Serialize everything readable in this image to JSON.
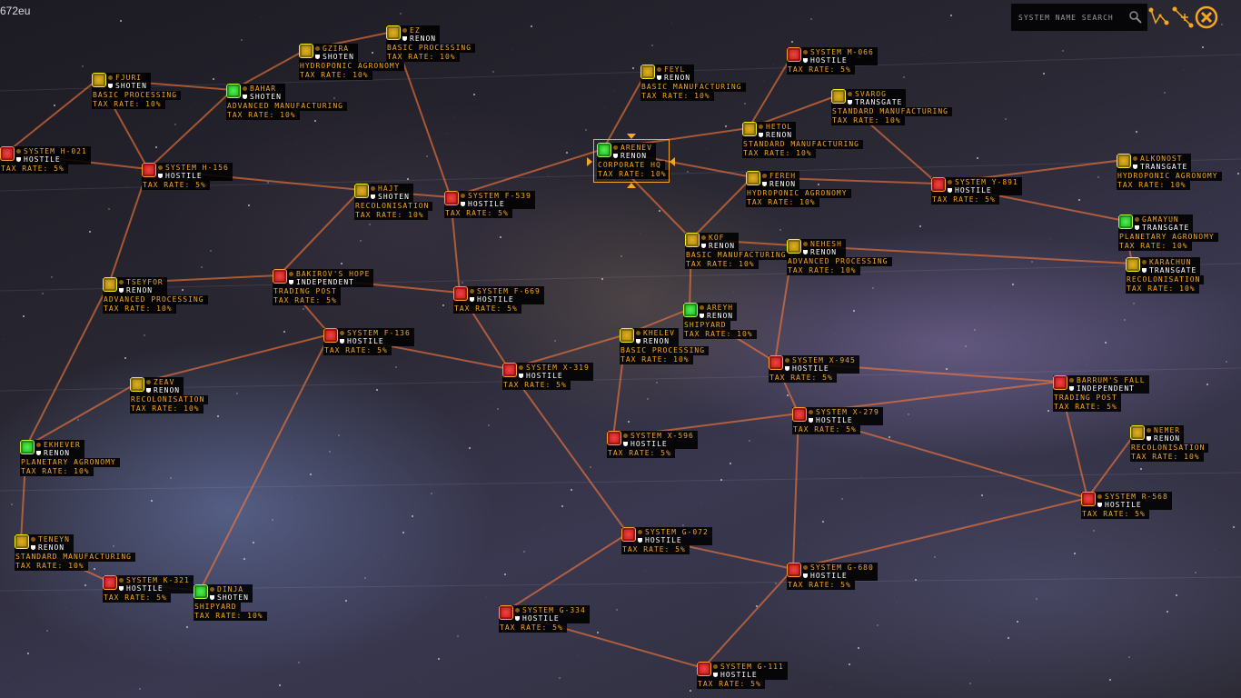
{
  "credits": "672eu",
  "search": {
    "placeholder": "SYSTEM NAME SEARCH"
  },
  "toolbar": {
    "search_icon": "magnifier-icon",
    "route_icon": "constellation-route-icon",
    "add_route_icon": "add-waypoint-icon",
    "close_icon": "close-circle-icon"
  },
  "colors": {
    "accent": "#f5a623",
    "hostile": "#cc2222",
    "owned": "#33bb33",
    "neutral": "#c8a020",
    "lane": "#ff7a3a"
  },
  "selected": "ARENEV",
  "nodes": [
    {
      "name": "GZIRA",
      "faction": "SHOTEN",
      "type": "HYDROPONIC AGRONOMY",
      "tax": "TAX RATE: 10%",
      "status": "yellow"
    },
    {
      "name": "EZ",
      "faction": "RENON",
      "type": "BASIC PROCESSING",
      "tax": "TAX RATE: 10%",
      "status": "yellow"
    },
    {
      "name": "FJURI",
      "faction": "SHOTEN",
      "type": "BASIC PROCESSING",
      "tax": "TAX RATE: 10%",
      "status": "yellow"
    },
    {
      "name": "BAHAR",
      "faction": "SHOTEN",
      "type": "ADVANCED MANUFACTURING",
      "tax": "TAX RATE: 10%",
      "status": "green"
    },
    {
      "name": "SYSTEM M-066",
      "faction": "HOSTILE",
      "type": "",
      "tax": "TAX RATE: 5%",
      "status": "red"
    },
    {
      "name": "FEYL",
      "faction": "RENON",
      "type": "BASIC MANUFACTURING",
      "tax": "TAX RATE: 10%",
      "status": "yellow"
    },
    {
      "name": "SVAROG",
      "faction": "TRANSGATE",
      "type": "STANDARD MANUFACTURING",
      "tax": "TAX RATE: 10%",
      "status": "yellow"
    },
    {
      "name": "HETOL",
      "faction": "RENON",
      "type": "STANDARD MANUFACTURING",
      "tax": "TAX RATE: 10%",
      "status": "yellow"
    },
    {
      "name": "ARENEV",
      "faction": "RENON",
      "type": "CORPORATE HQ",
      "tax": "TAX RATE: 10%",
      "status": "green"
    },
    {
      "name": "SYSTEM H-021",
      "faction": "HOSTILE",
      "type": "",
      "tax": "TAX RATE: 5%",
      "status": "red"
    },
    {
      "name": "SYSTEM H-156",
      "faction": "HOSTILE",
      "type": "",
      "tax": "TAX RATE: 5%",
      "status": "red"
    },
    {
      "name": "FEREH",
      "faction": "RENON",
      "type": "HYDROPONIC AGRONOMY",
      "tax": "TAX RATE: 10%",
      "status": "yellow"
    },
    {
      "name": "SYSTEM Y-891",
      "faction": "HOSTILE",
      "type": "",
      "tax": "TAX RATE: 5%",
      "status": "red"
    },
    {
      "name": "ALKONOST",
      "faction": "TRANSGATE",
      "type": "HYDROPONIC AGRONOMY",
      "tax": "TAX RATE: 10%",
      "status": "yellow"
    },
    {
      "name": "HAJT",
      "faction": "SHOTEN",
      "type": "RECOLONISATION",
      "tax": "TAX RATE: 10%",
      "status": "yellow"
    },
    {
      "name": "SYSTEM F-539",
      "faction": "HOSTILE",
      "type": "",
      "tax": "TAX RATE: 5%",
      "status": "red"
    },
    {
      "name": "GAMAYUN",
      "faction": "TRANSGATE",
      "type": "PLANETARY AGRONOMY",
      "tax": "TAX RATE: 10%",
      "status": "green"
    },
    {
      "name": "KOF",
      "faction": "RENON",
      "type": "BASIC MANUFACTURING",
      "tax": "TAX RATE: 10%",
      "status": "yellow"
    },
    {
      "name": "NEHESH",
      "faction": "RENON",
      "type": "ADVANCED PROCESSING",
      "tax": "TAX RATE: 10%",
      "status": "yellow"
    },
    {
      "name": "KARACHUN",
      "faction": "TRANSGATE",
      "type": "RECOLONISATION",
      "tax": "TAX RATE: 10%",
      "status": "yellow"
    },
    {
      "name": "TSEYFOR",
      "faction": "RENON",
      "type": "ADVANCED PROCESSING",
      "tax": "TAX RATE: 10%",
      "status": "yellow"
    },
    {
      "name": "BAKIROV'S HOPE",
      "faction": "INDEPENDENT",
      "type": "TRADING POST",
      "tax": "TAX RATE: 5%",
      "status": "red"
    },
    {
      "name": "SYSTEM F-669",
      "faction": "HOSTILE",
      "type": "",
      "tax": "TAX RATE: 5%",
      "status": "red"
    },
    {
      "name": "AREYH",
      "faction": "RENON",
      "type": "SHIPYARD",
      "tax": "TAX RATE: 10%",
      "status": "green"
    },
    {
      "name": "KHELEV",
      "faction": "RENON",
      "type": "BASIC PROCESSING",
      "tax": "TAX RATE: 10%",
      "status": "yellow"
    },
    {
      "name": "SYSTEM F-136",
      "faction": "HOSTILE",
      "type": "",
      "tax": "TAX RATE: 5%",
      "status": "red"
    },
    {
      "name": "SYSTEM X-319",
      "faction": "HOSTILE",
      "type": "",
      "tax": "TAX RATE: 5%",
      "status": "red"
    },
    {
      "name": "SYSTEM X-945",
      "faction": "HOSTILE",
      "type": "",
      "tax": "TAX RATE: 5%",
      "status": "red"
    },
    {
      "name": "ZEAV",
      "faction": "RENON",
      "type": "RECOLONISATION",
      "tax": "TAX RATE: 10%",
      "status": "yellow"
    },
    {
      "name": "BARRUM'S FALL",
      "faction": "INDEPENDENT",
      "type": "TRADING POST",
      "tax": "TAX RATE: 5%",
      "status": "red"
    },
    {
      "name": "SYSTEM X-279",
      "faction": "HOSTILE",
      "type": "",
      "tax": "TAX RATE: 5%",
      "status": "red"
    },
    {
      "name": "SYSTEM X-596",
      "faction": "HOSTILE",
      "type": "",
      "tax": "TAX RATE: 5%",
      "status": "red"
    },
    {
      "name": "NEMER",
      "faction": "RENON",
      "type": "RECOLONISATION",
      "tax": "TAX RATE: 10%",
      "status": "yellow"
    },
    {
      "name": "EKHEVER",
      "faction": "RENON",
      "type": "PLANETARY AGRONOMY",
      "tax": "TAX RATE: 10%",
      "status": "green"
    },
    {
      "name": "SYSTEM R-568",
      "faction": "HOSTILE",
      "type": "",
      "tax": "TAX RATE: 5%",
      "status": "red"
    },
    {
      "name": "TENEYN",
      "faction": "RENON",
      "type": "STANDARD MANUFACTURING",
      "tax": "TAX RATE: 10%",
      "status": "yellow"
    },
    {
      "name": "SYSTEM G-072",
      "faction": "HOSTILE",
      "type": "",
      "tax": "TAX RATE: 5%",
      "status": "red"
    },
    {
      "name": "SYSTEM K-321",
      "faction": "HOSTILE",
      "type": "",
      "tax": "TAX RATE: 5%",
      "status": "red"
    },
    {
      "name": "DINJA",
      "faction": "SHOTEN",
      "type": "SHIPYARD",
      "tax": "TAX RATE: 10%",
      "status": "green"
    },
    {
      "name": "SYSTEM G-680",
      "faction": "HOSTILE",
      "type": "",
      "tax": "TAX RATE: 5%",
      "status": "red"
    },
    {
      "name": "SYSTEM G-334",
      "faction": "HOSTILE",
      "type": "",
      "tax": "TAX RATE: 5%",
      "status": "red"
    },
    {
      "name": "SYSTEM G-111",
      "faction": "HOSTILE",
      "type": "",
      "tax": "TAX RATE: 5%",
      "status": "red"
    }
  ],
  "lanes": [
    [
      2,
      3
    ],
    [
      3,
      0
    ],
    [
      0,
      1
    ],
    [
      3,
      10
    ],
    [
      2,
      10
    ],
    [
      2,
      9
    ],
    [
      9,
      10
    ],
    [
      10,
      20
    ],
    [
      10,
      14
    ],
    [
      14,
      15
    ],
    [
      14,
      21
    ],
    [
      15,
      22
    ],
    [
      15,
      8
    ],
    [
      1,
      15
    ],
    [
      5,
      8
    ],
    [
      8,
      7
    ],
    [
      8,
      11
    ],
    [
      8,
      17
    ],
    [
      7,
      6
    ],
    [
      6,
      12
    ],
    [
      4,
      7
    ],
    [
      11,
      17
    ],
    [
      11,
      12
    ],
    [
      12,
      13
    ],
    [
      12,
      16
    ],
    [
      17,
      18
    ],
    [
      18,
      19
    ],
    [
      18,
      27
    ],
    [
      17,
      23
    ],
    [
      23,
      24
    ],
    [
      24,
      26
    ],
    [
      22,
      26
    ],
    [
      22,
      21
    ],
    [
      21,
      25
    ],
    [
      25,
      26
    ],
    [
      25,
      28
    ],
    [
      20,
      21
    ],
    [
      20,
      33
    ],
    [
      28,
      33
    ],
    [
      26,
      36
    ],
    [
      31,
      30
    ],
    [
      27,
      30
    ],
    [
      30,
      29
    ],
    [
      29,
      34
    ],
    [
      30,
      34
    ],
    [
      32,
      34
    ],
    [
      36,
      39
    ],
    [
      30,
      39
    ],
    [
      39,
      41
    ],
    [
      40,
      36
    ],
    [
      37,
      38
    ],
    [
      35,
      37
    ],
    [
      33,
      35
    ],
    [
      38,
      25
    ],
    [
      39,
      34
    ],
    [
      40,
      41
    ],
    [
      24,
      31
    ],
    [
      27,
      29
    ],
    [
      23,
      27
    ],
    [
      16,
      19
    ]
  ]
}
